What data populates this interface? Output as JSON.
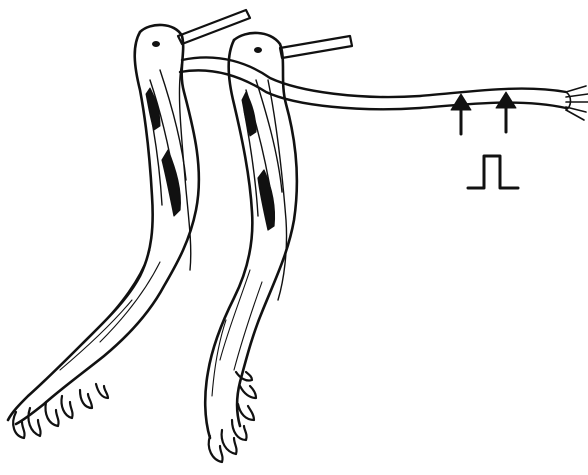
{
  "figure": {
    "legs": [
      {
        "name": "left-leg-with-muscle-and-foot"
      },
      {
        "name": "right-leg-with-muscle-and-foot"
      }
    ],
    "nerve": {
      "name": "nerve-fiber-bundle"
    },
    "stimulus": {
      "arrows": 2,
      "symbol": "square-pulse"
    },
    "colors": {
      "ink": "#111111",
      "paper": "#ffffff"
    }
  }
}
